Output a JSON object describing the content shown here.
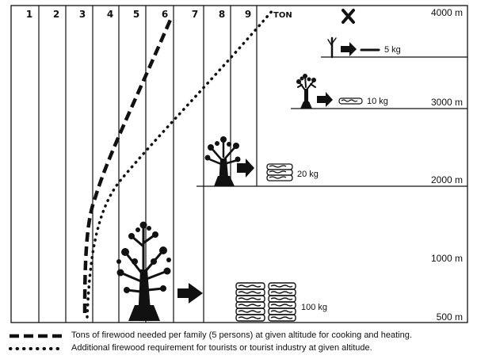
{
  "columns": [
    "1",
    "2",
    "3",
    "4",
    "5",
    "6",
    "7",
    "8",
    "9"
  ],
  "unit_label": "TON",
  "cross_mark": "✕",
  "altitudes": [
    "4000 m",
    "3000 m",
    "2000 m",
    "1000 m",
    "500 m"
  ],
  "zones": [
    {
      "zone": "above 4000 m",
      "firewood": "none"
    },
    {
      "zone": "3000–4000 m",
      "firewood": "5 kg"
    },
    {
      "zone": "2000–3000 m",
      "firewood": "10 kg"
    },
    {
      "zone": "1000–2000 m",
      "firewood": "20 kg"
    },
    {
      "zone": "500–1000 m",
      "firewood": "100 kg"
    }
  ],
  "loads": [
    "5 kg",
    "10 kg",
    "20 kg",
    "100 kg"
  ],
  "curves": [
    {
      "style": "dashed",
      "tons_at_500m": 3,
      "tons_at_4000m": 6
    },
    {
      "style": "dotted",
      "tons_at_500m": 3.3,
      "tons_at_4000m": 9.6
    }
  ],
  "legend": {
    "dashed": "Tons of firewood needed per family (5 persons) at given altitude for cooking and heating.",
    "dotted": "Additional firewood requirement for tourists or tourist industry at given altitude."
  }
}
